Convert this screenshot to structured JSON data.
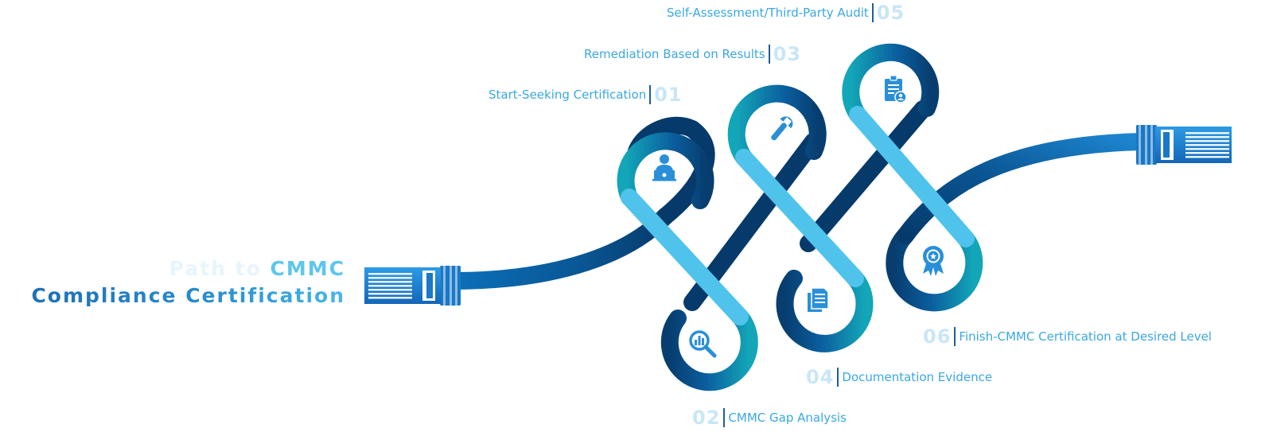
{
  "title": {
    "line1_faded": "Path to ",
    "line1_strong": "CMMC",
    "line2": "Compliance Certification"
  },
  "steps": [
    {
      "number": "01",
      "label": "Start-Seeking Certification",
      "icon": "user-laptop-icon"
    },
    {
      "number": "02",
      "label": "CMMC Gap Analysis",
      "icon": "magnifier-chart-icon"
    },
    {
      "number": "03",
      "label": "Remediation Based on Results",
      "icon": "wrench-icon"
    },
    {
      "number": "04",
      "label": "Documentation Evidence",
      "icon": "documents-icon"
    },
    {
      "number": "05",
      "label": "Self-Assessment/Third-Party Audit",
      "icon": "clipboard-user-icon"
    },
    {
      "number": "06",
      "label": "Finish-CMMC Certification at Desired Level",
      "icon": "award-ribbon-icon"
    }
  ],
  "colors": {
    "dark_blue": "#063a6b",
    "mid_blue": "#0b6fb8",
    "teal": "#11a3b6",
    "light_blue": "#4fc3ec",
    "number_color": "#c8e6f8",
    "label_color": "#3aa7e2"
  }
}
